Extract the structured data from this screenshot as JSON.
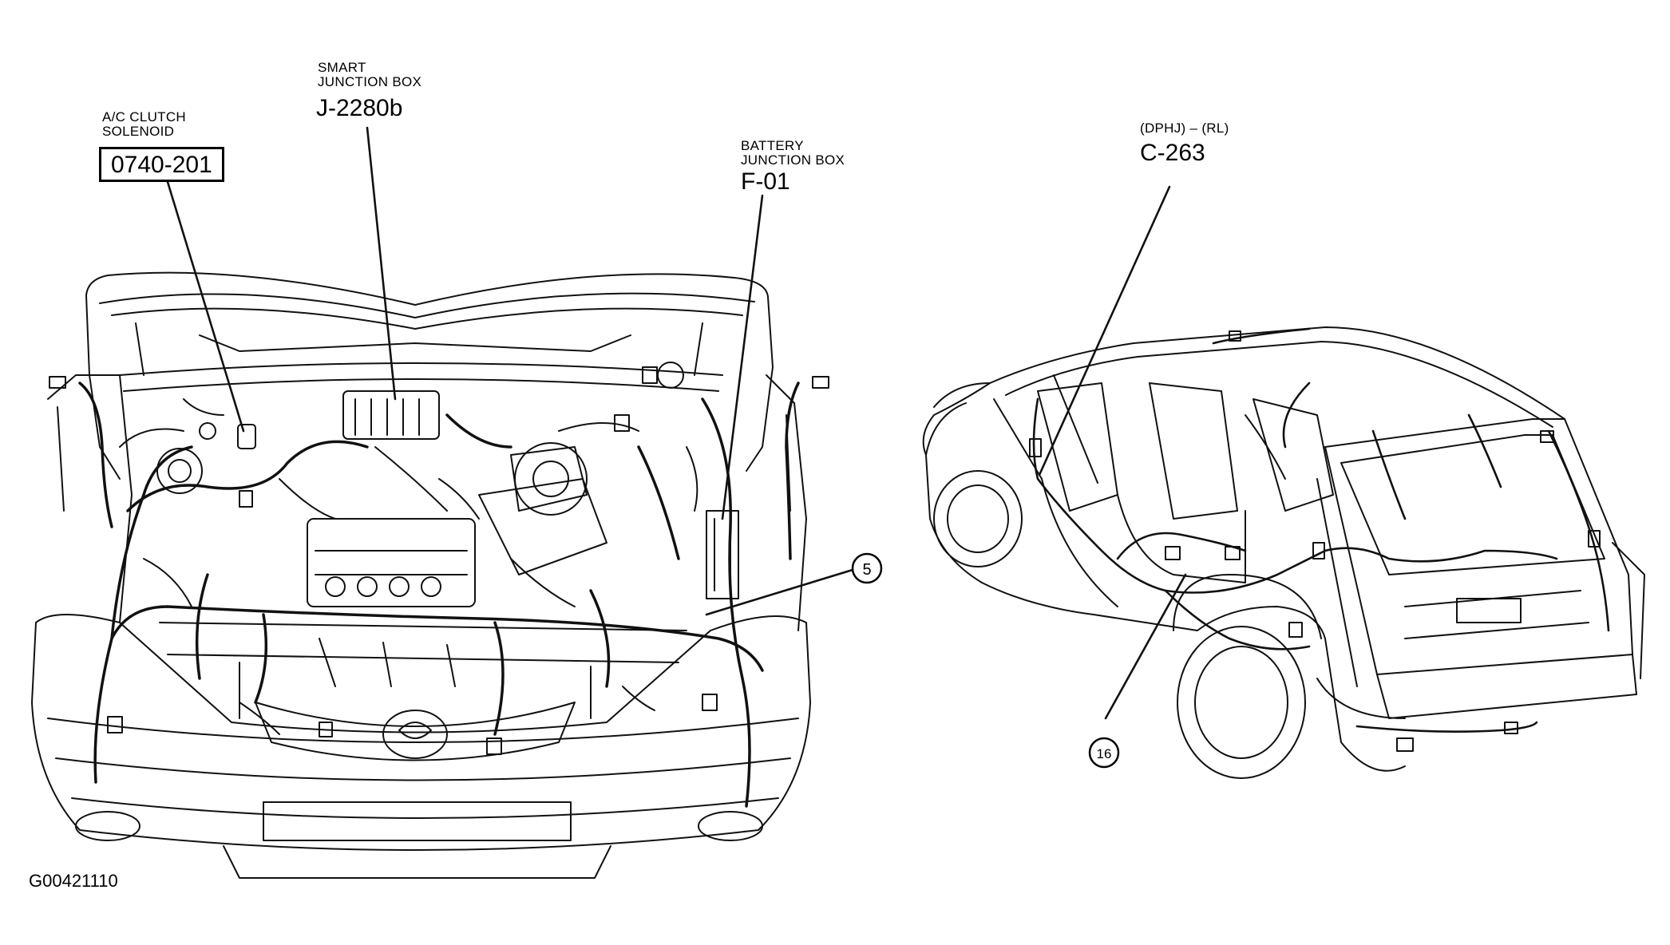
{
  "callouts": {
    "ac_clutch": {
      "title_line1": "A/C CLUTCH",
      "title_line2": "SOLENOID",
      "code": "0740-201"
    },
    "smart_jb": {
      "title_line1": "SMART",
      "title_line2": "JUNCTION BOX",
      "code": "J-2280b"
    },
    "battery_jb": {
      "title_line1": "BATTERY",
      "title_line2": "JUNCTION BOX",
      "code": "F-01"
    },
    "rear_conn": {
      "title_line1": "(DPHJ) – (RL)",
      "code": "C-263"
    }
  },
  "markers": {
    "five": "5",
    "sixteen": "16"
  },
  "figure_id": "G00421110",
  "colors": {
    "ink": "#000000",
    "paper": "#ffffff",
    "line": "#111111"
  }
}
